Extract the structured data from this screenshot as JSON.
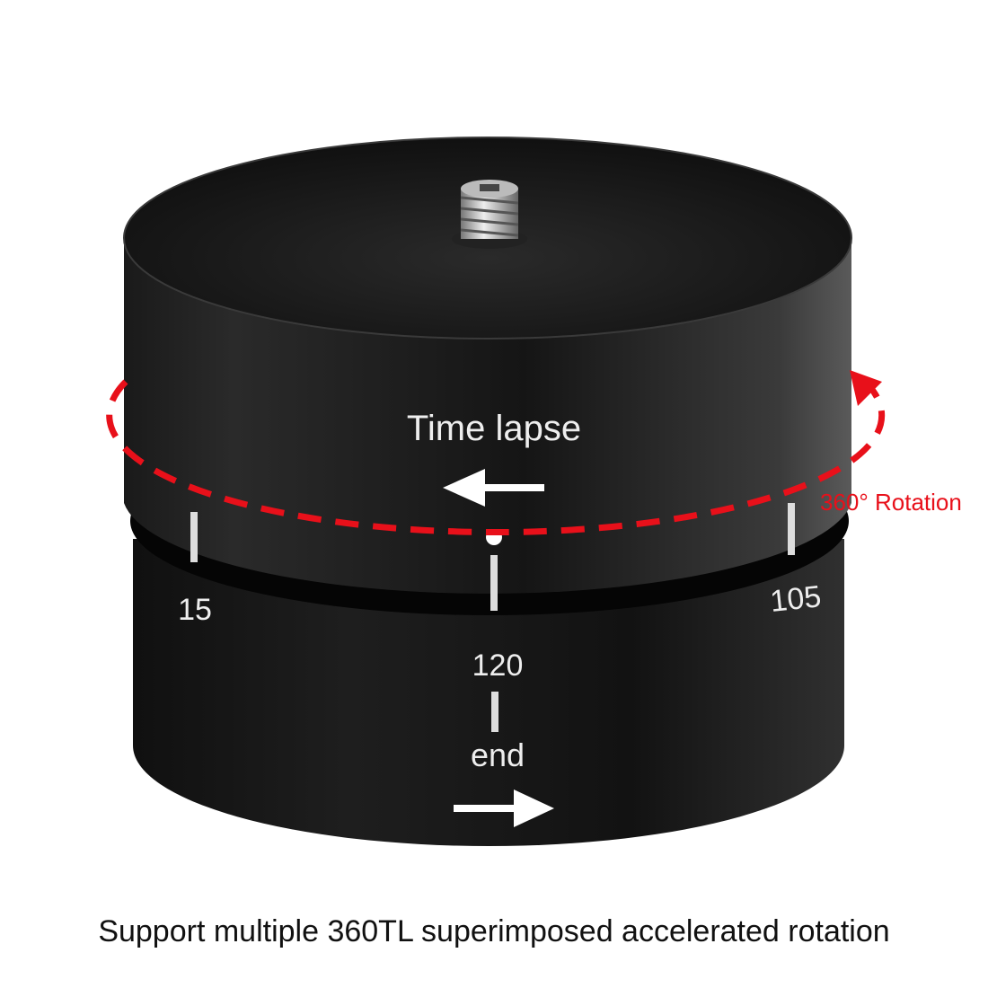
{
  "product": {
    "top_label": "Time lapse",
    "marks": {
      "left": "15",
      "center": "120",
      "right": "105"
    },
    "bottom_label": "end"
  },
  "annotation": {
    "rotation_label": "360° Rotation",
    "color": "#e8101a"
  },
  "caption": "Support multiple 360TL superimposed accelerated rotation"
}
